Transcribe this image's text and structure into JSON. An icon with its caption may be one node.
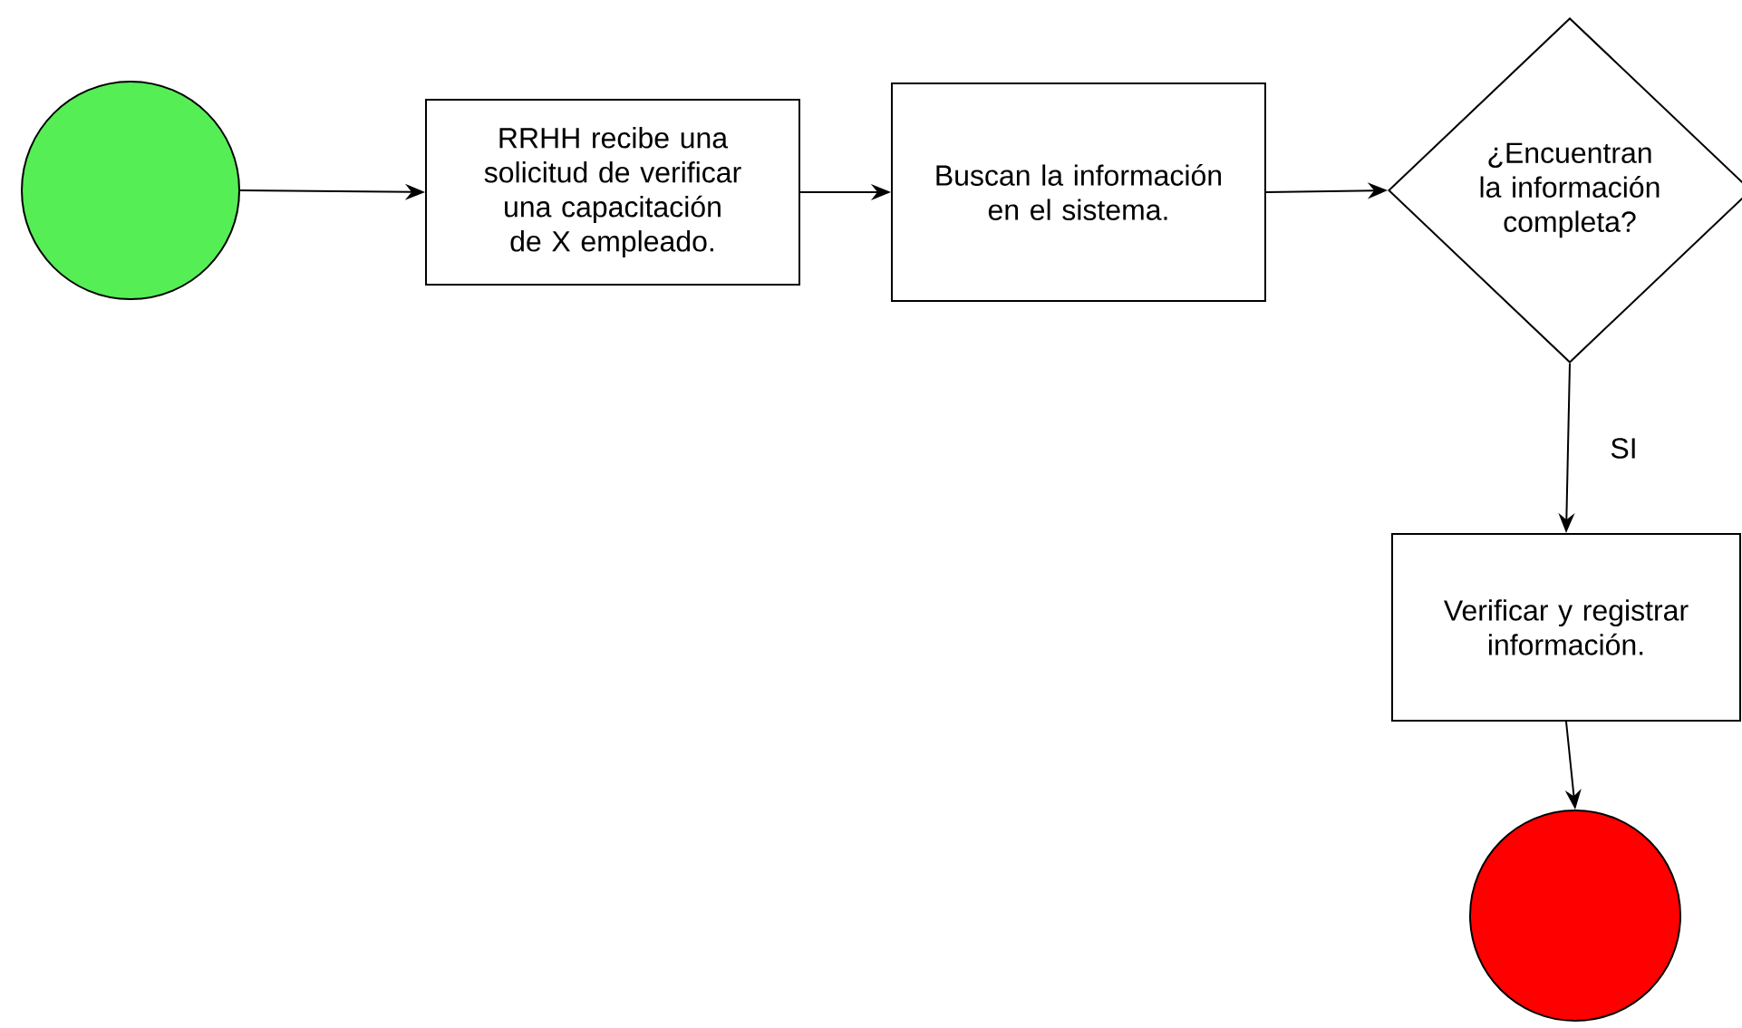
{
  "diagram": {
    "nodes": [
      {
        "text": [],
        "shape": "circle"
      },
      {
        "text": [
          "RRHH recibe una solicitud de verificar una capacitación de X empleado."
        ]
      },
      {
        "text": [
          "Buscan la información en el sistema."
        ]
      },
      {
        "text": [
          "¿Encuentran la información completa?"
        ]
      },
      {
        "text": [
          "Verificar y registrar información."
        ]
      },
      {
        "text": [],
        "shape": "circle"
      }
    ],
    "edges": [
      {
        "from": 0,
        "to": 1,
        "arrow": "to"
      },
      {
        "from": 1,
        "to": 2,
        "arrow": "to"
      },
      {
        "from": 2,
        "to": 3,
        "arrow": "to"
      },
      {
        "from": 3,
        "to": 4,
        "arrow": "to",
        "label": "SI"
      },
      {
        "from": 4,
        "to": 5,
        "arrow": "to"
      }
    ]
  }
}
